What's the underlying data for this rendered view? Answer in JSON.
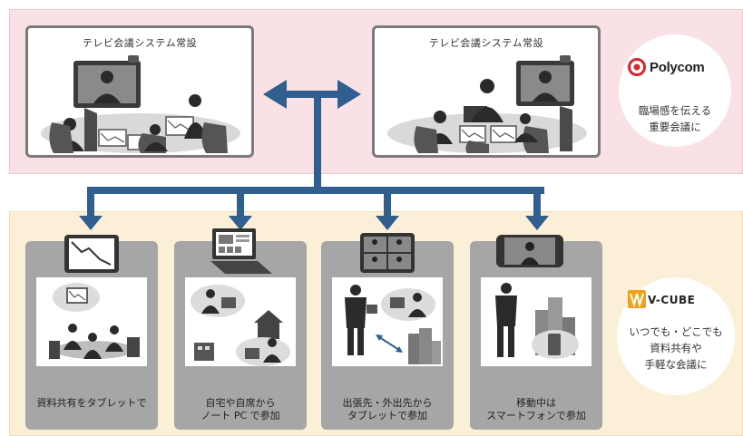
{
  "top": {
    "room_left_title": "テレビ会議システム常設",
    "room_right_title": "テレビ会議システム常設",
    "polycom": {
      "logo_text": "Polycom",
      "tagline_1": "臨場感を伝える",
      "tagline_2": "重要会議に"
    }
  },
  "bottom": {
    "vcube": {
      "logo_text": "V-CUBE",
      "tagline_1": "いつでも・どこでも",
      "tagline_2": "資料共有や",
      "tagline_3": "手軽な会議に"
    },
    "panels": [
      {
        "line1": "資料共有をタブレットで",
        "line2": ""
      },
      {
        "line1": "自宅や自席から",
        "line2": "ノート PC で参加"
      },
      {
        "line1": "出張先・外出先から",
        "line2": "タブレットで参加"
      },
      {
        "line1": "移動中は",
        "line2": "スマートフォンで参加"
      }
    ]
  },
  "colors": {
    "top_band": "#f9e1e5",
    "bottom_band": "#fbefd8",
    "connector": "#2f5e8f",
    "panel_gray": "#a6a6a6",
    "polycom_red": "#d9262c",
    "vcube_orange": "#f2a01c"
  }
}
